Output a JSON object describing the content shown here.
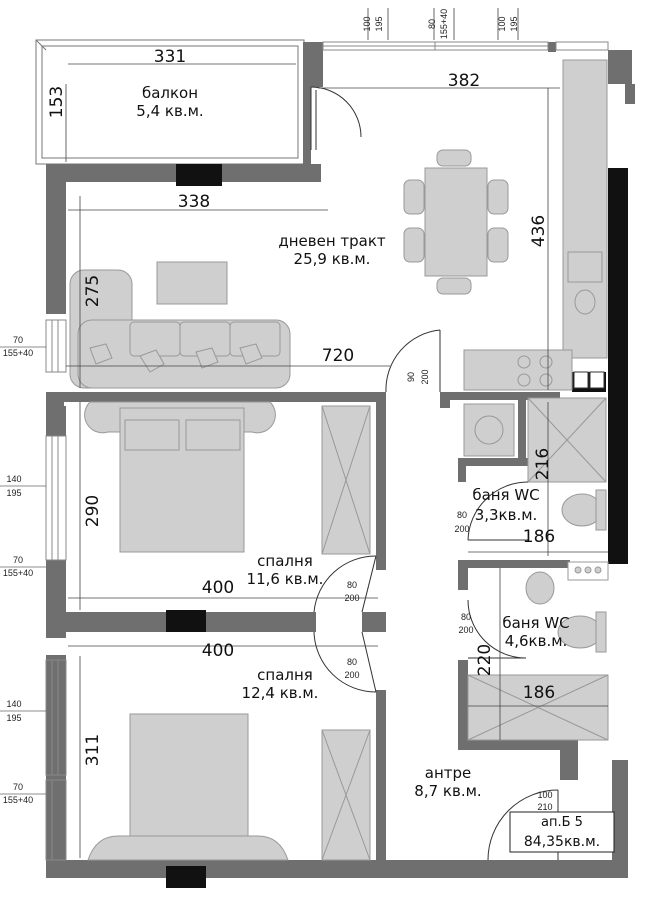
{
  "plan": {
    "rooms": {
      "balcony": {
        "name": "балкон",
        "area": "5,4 кв.м."
      },
      "living": {
        "name": "дневен тракт",
        "area": "25,9 кв.м."
      },
      "bedroom1": {
        "name": "спалня",
        "area": "11,6 кв.м."
      },
      "bedroom2": {
        "name": "спалня",
        "area": "12,4 кв.м."
      },
      "bath1": {
        "name": "баня WC",
        "area": "3,3кв.м."
      },
      "bath2": {
        "name": "баня WC",
        "area": "4,6кв.м."
      },
      "hall": {
        "name": "антре",
        "area": "8,7 кв.м."
      }
    },
    "apartment": {
      "id": "ап.Б 5",
      "area": "84,35кв.м."
    },
    "dimensions": {
      "d331": "331",
      "d153": "153",
      "d382": "382",
      "d338": "338",
      "d436": "436",
      "d275": "275",
      "d720": "720",
      "d290": "290",
      "d400a": "400",
      "d400b": "400",
      "d216": "216",
      "d186a": "186",
      "d186b": "186",
      "d220": "220",
      "d311": "311"
    },
    "openings": {
      "top_100a": "100",
      "top_195a": "195",
      "top_80": "80",
      "top_155_40": "155+40",
      "top_100b": "100",
      "top_195b": "195",
      "w1_70": "70",
      "w1_155_40": "155+40",
      "w2_140": "140",
      "w2_195": "195",
      "w3_70": "70",
      "w3_155_40": "155+40",
      "w4_140": "140",
      "w4_195": "195",
      "w5_70": "70",
      "w5_155_40": "155+40",
      "door_living_90": "90",
      "door_living_200": "200",
      "door_bath1_80": "80",
      "door_bath1_200": "200",
      "door_bed1_80": "80",
      "door_bed1_200": "200",
      "door_bath2_80": "80",
      "door_bath2_200": "200",
      "door_bed2_80": "80",
      "door_bed2_200": "200",
      "door_entry_100": "100",
      "door_entry_210": "210"
    },
    "colors": {
      "wall": "#6f6f6f",
      "furniture": "#cfcfcf",
      "black": "#111111"
    }
  }
}
